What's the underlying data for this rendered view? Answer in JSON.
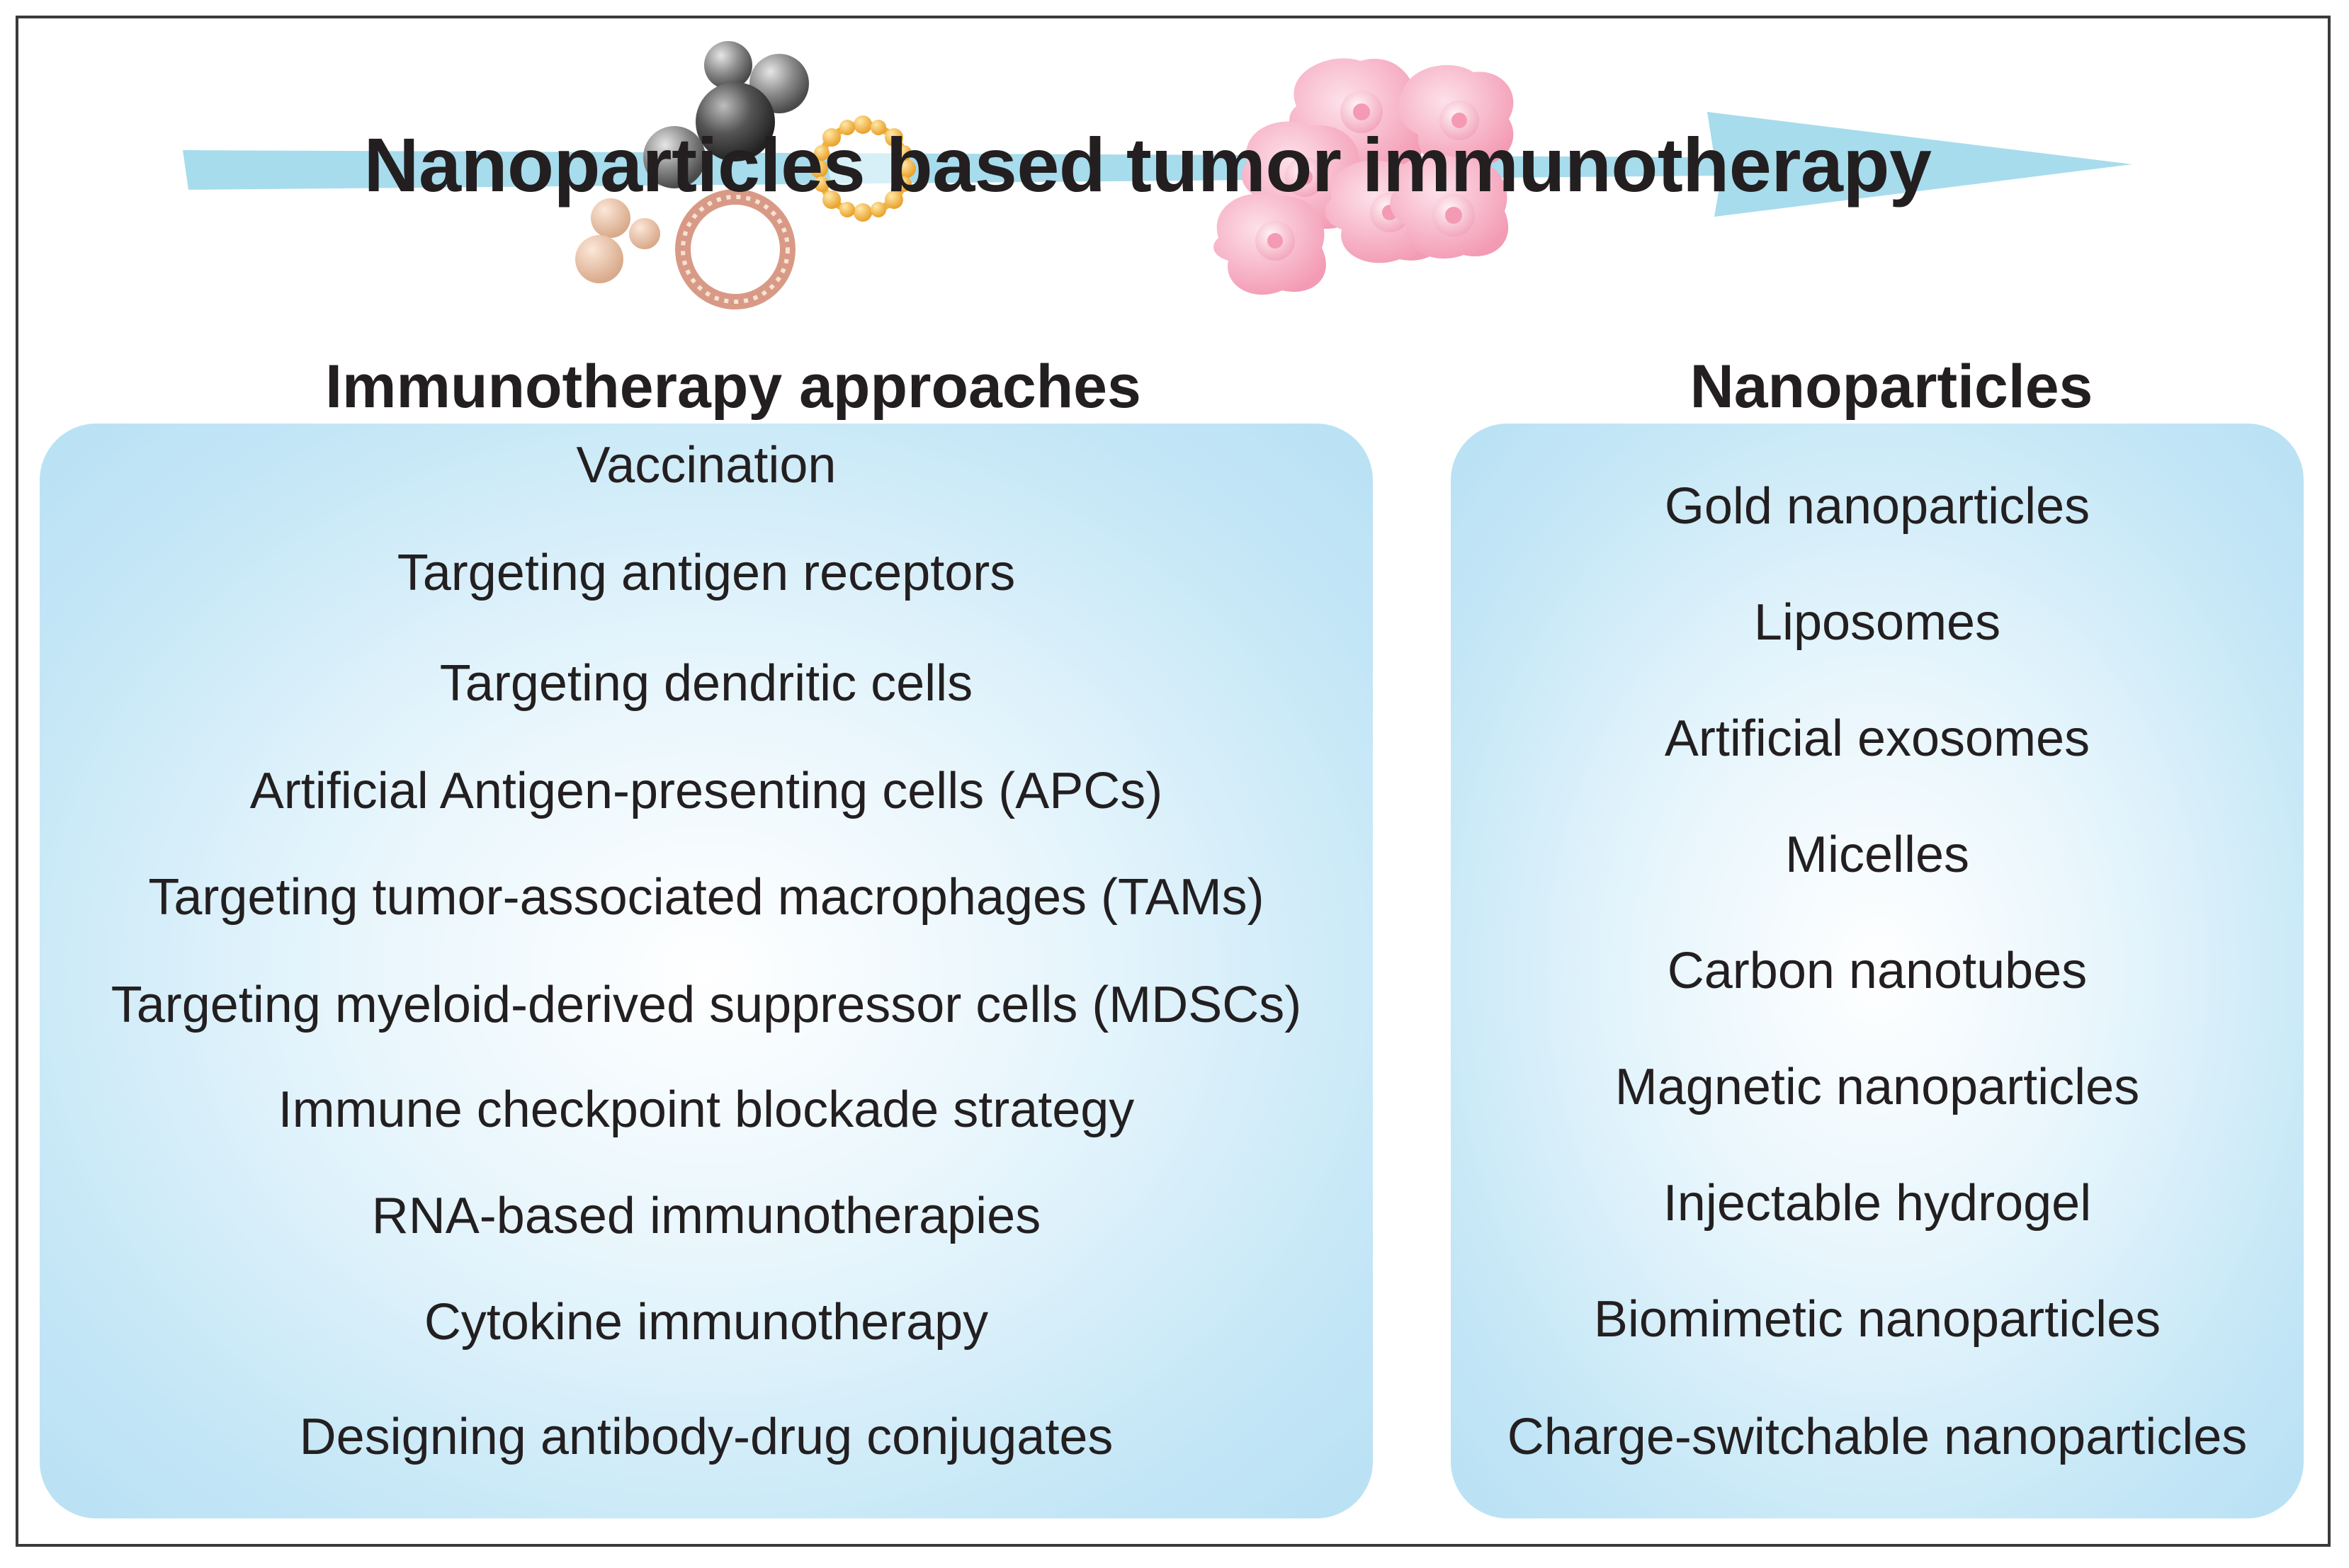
{
  "title": "Nanoparticles based tumor immunotherapy",
  "approaches": {
    "heading": "Immunotherapy approaches",
    "items": [
      "Vaccination",
      "Targeting antigen receptors",
      "Targeting dendritic cells",
      "Artificial Antigen-presenting cells (APCs)",
      "Targeting tumor-associated macrophages (TAMs)",
      "Targeting myeloid-derived suppressor cells (MDSCs)",
      "Immune checkpoint blockade strategy",
      "RNA-based immunotherapies",
      "Cytokine immunotherapy",
      "Designing antibody-drug conjugates"
    ]
  },
  "nanoparticles": {
    "heading": "Nanoparticles",
    "items": [
      "Gold nanoparticles",
      "Liposomes",
      "Artificial exosomes",
      "Micelles",
      "Carbon nanotubes",
      "Magnetic nanoparticles",
      "Injectable hydrogel",
      "Biomimetic nanoparticles",
      "Charge-switchable nanoparticles"
    ]
  },
  "colors": {
    "arrow": "#a7dced",
    "panel": "#c3e6f6",
    "tumor_cell": "#f7b6c8",
    "metal_particle": "#6f6f6f",
    "gold_particle": "#f3b23a",
    "liposome": "#d89a86"
  },
  "icons": [
    "arrow-icon",
    "metal-nanoparticle-icon",
    "gold-nanoparticle-icon",
    "liposome-icon",
    "micelle-icon",
    "tumor-cells-icon"
  ]
}
